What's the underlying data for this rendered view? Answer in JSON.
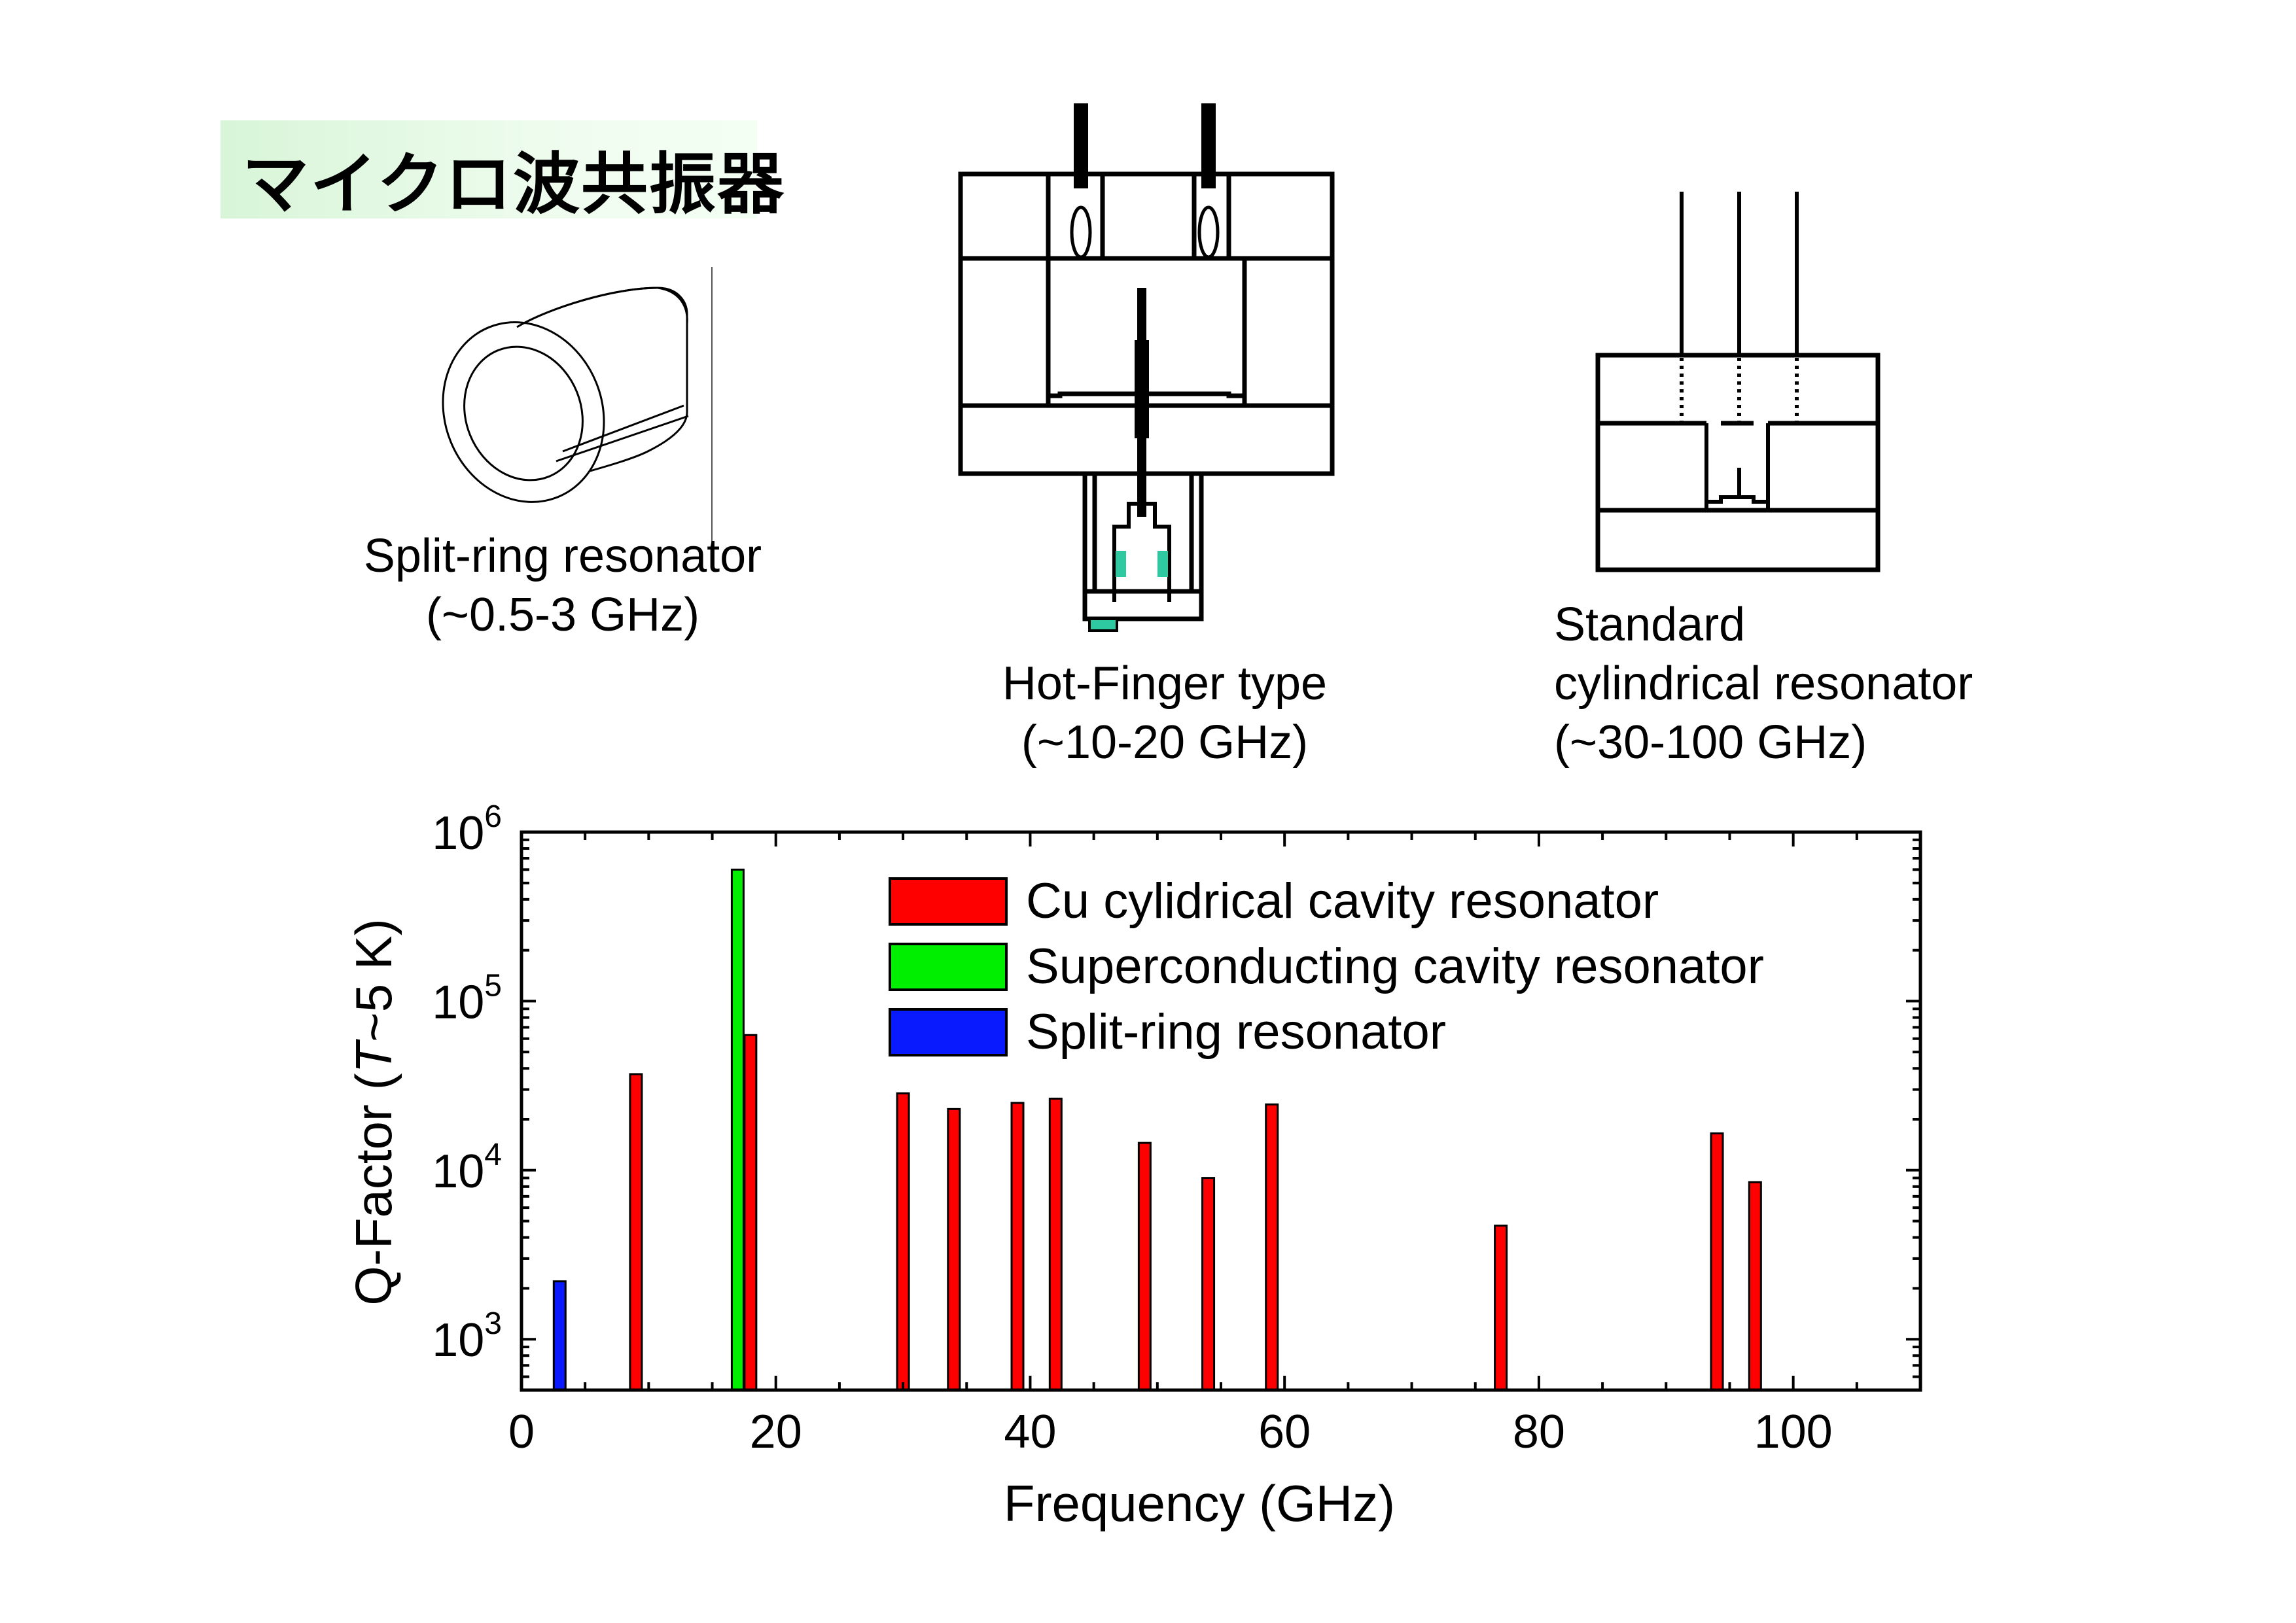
{
  "title": "マイクロ波共振器",
  "diagrams": {
    "split_ring": {
      "name": "Split-ring resonator",
      "range": "(~0.5-3 GHz)"
    },
    "hot_finger": {
      "name": "Hot-Finger type",
      "range": "(~10-20 GHz)"
    },
    "cylindrical": {
      "name_line1": "Standard",
      "name_line2": "cylindrical resonator",
      "range": "(~30-100 GHz)"
    }
  },
  "colors": {
    "cu": "#ff0000",
    "superconducting": "#00ee00",
    "split_ring": "#0a1aff",
    "hot_finger_accent": "#2ec9a0"
  },
  "chart_data": {
    "type": "bar",
    "xlabel": "Frequency (GHz)",
    "ylabel_prefix": "Q-Factor (",
    "ylabel_italic": "T",
    "ylabel_suffix": "~5 K)",
    "xlim": [
      0,
      110
    ],
    "ylim": [
      500,
      1000000
    ],
    "yscale": "log",
    "xticks": [
      0,
      20,
      40,
      60,
      80,
      100
    ],
    "yticks": [
      {
        "value": 1000,
        "base": "10",
        "exp": "3"
      },
      {
        "value": 10000,
        "base": "10",
        "exp": "4"
      },
      {
        "value": 100000,
        "base": "10",
        "exp": "5"
      },
      {
        "value": 1000000,
        "base": "10",
        "exp": "6"
      }
    ],
    "legend_position": "top-right",
    "series": [
      {
        "name": "Cu cylidrical cavity resonator",
        "color": "#ff0000",
        "points": [
          {
            "x": 9,
            "y": 37000
          },
          {
            "x": 18,
            "y": 63000
          },
          {
            "x": 30,
            "y": 28500
          },
          {
            "x": 34,
            "y": 23000
          },
          {
            "x": 39,
            "y": 25000
          },
          {
            "x": 42,
            "y": 26500
          },
          {
            "x": 49,
            "y": 14500
          },
          {
            "x": 54,
            "y": 9000
          },
          {
            "x": 59,
            "y": 24500
          },
          {
            "x": 77,
            "y": 4700
          },
          {
            "x": 94,
            "y": 16500
          },
          {
            "x": 97,
            "y": 8500
          }
        ]
      },
      {
        "name": "Superconducting cavity resonator",
        "color": "#00ee00",
        "points": [
          {
            "x": 17,
            "y": 600000
          }
        ]
      },
      {
        "name": "Split-ring resonator",
        "color": "#0a1aff",
        "points": [
          {
            "x": 3,
            "y": 2200
          }
        ]
      }
    ]
  }
}
